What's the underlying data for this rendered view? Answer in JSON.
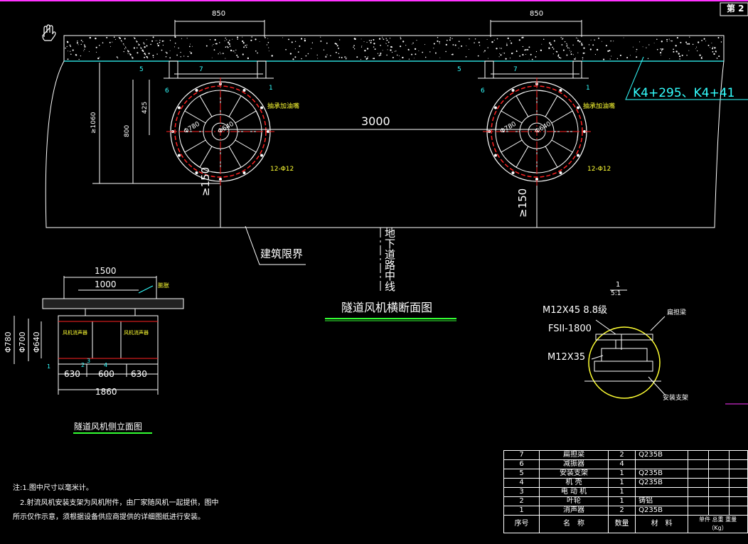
{
  "page": {
    "tab_label": "第 2"
  },
  "cross_section": {
    "title": "隧道风机横断面图",
    "dim_top_left": "850",
    "dim_top_right": "850",
    "center_distance": "3000",
    "clearance_left": "≥150",
    "clearance_right": "≥150",
    "height_total": "≥1060",
    "height_fan": "800",
    "height_hanger": "425",
    "fan_outer_dia_left": "Φ780",
    "fan_outer_dia_right": "Φ780",
    "fan_hub_left": "Φ640",
    "fan_hub_right": "Φ640",
    "callout_hoist_left": "抽承加油嘴",
    "callout_hoist_right": "抽承加油嘴",
    "bolt_spec_left": "12-Φ12",
    "bolt_spec_right": "12-Φ12",
    "building_limit": "建筑限界",
    "road_centerline": "地下道路中线",
    "chainage": "K4+295、K4+41",
    "part_nums": [
      "5",
      "7",
      "6",
      "1",
      "5",
      "7",
      "6",
      "1"
    ]
  },
  "side_view": {
    "title": "隧道风机侧立面图",
    "dim_1500": "1500",
    "dim_1000": "1000",
    "dim_630_left": "630",
    "dim_600": "600",
    "dim_630_right": "630",
    "dim_1860": "1860",
    "dia_780": "Φ780",
    "dia_700": "Φ700",
    "dia_640": "Φ640",
    "callout_top": "膨胀",
    "label_left_inner": "风机消声器",
    "label_right_inner": "风机消声器",
    "part_1": "1",
    "part_2": "2",
    "part_3": "3",
    "part_4": "4"
  },
  "detail": {
    "scale_num": "1",
    "scale_den": "5:1",
    "bolt_upper": "M12X45 8.8级",
    "damper": "FSII-1800",
    "bolt_lower": "M12X35",
    "label_beam": "扁担梁",
    "label_bracket": "安装支架"
  },
  "notes": {
    "line1": "注:1.图中尺寸以毫米计。",
    "line2": "2.射流风机安装支架为风机附件，由厂家随风机一起提供，图中",
    "line3": "所示仅作示意，须根据设备供应商提供的详细图纸进行安装。"
  },
  "bom": {
    "rows": [
      {
        "no": "7",
        "name": "扁担梁",
        "qty": "2",
        "material": "Q235B"
      },
      {
        "no": "6",
        "name": "减振器",
        "qty": "4",
        "material": ""
      },
      {
        "no": "5",
        "name": "安装支架",
        "qty": "1",
        "material": "Q235B"
      },
      {
        "no": "4",
        "name": "机 壳",
        "qty": "1",
        "material": "Q235B"
      },
      {
        "no": "3",
        "name": "电 动 机",
        "qty": "1",
        "material": ""
      },
      {
        "no": "2",
        "name": "叶轮",
        "qty": "1",
        "material": "铸铝"
      },
      {
        "no": "1",
        "name": "消声器",
        "qty": "2",
        "material": "Q235B"
      }
    ],
    "header": {
      "no": "序号",
      "name": "名　称",
      "qty": "数量",
      "material": "材　料",
      "unit": "单件",
      "total": "总重",
      "weight": "重量（Kg）"
    }
  },
  "colors": {
    "line": "#ffffff",
    "cyan": "#33ffff",
    "yellow": "#ffff33",
    "red": "#ff2222",
    "green": "#33ff33",
    "magenta": "#ff33ff"
  }
}
